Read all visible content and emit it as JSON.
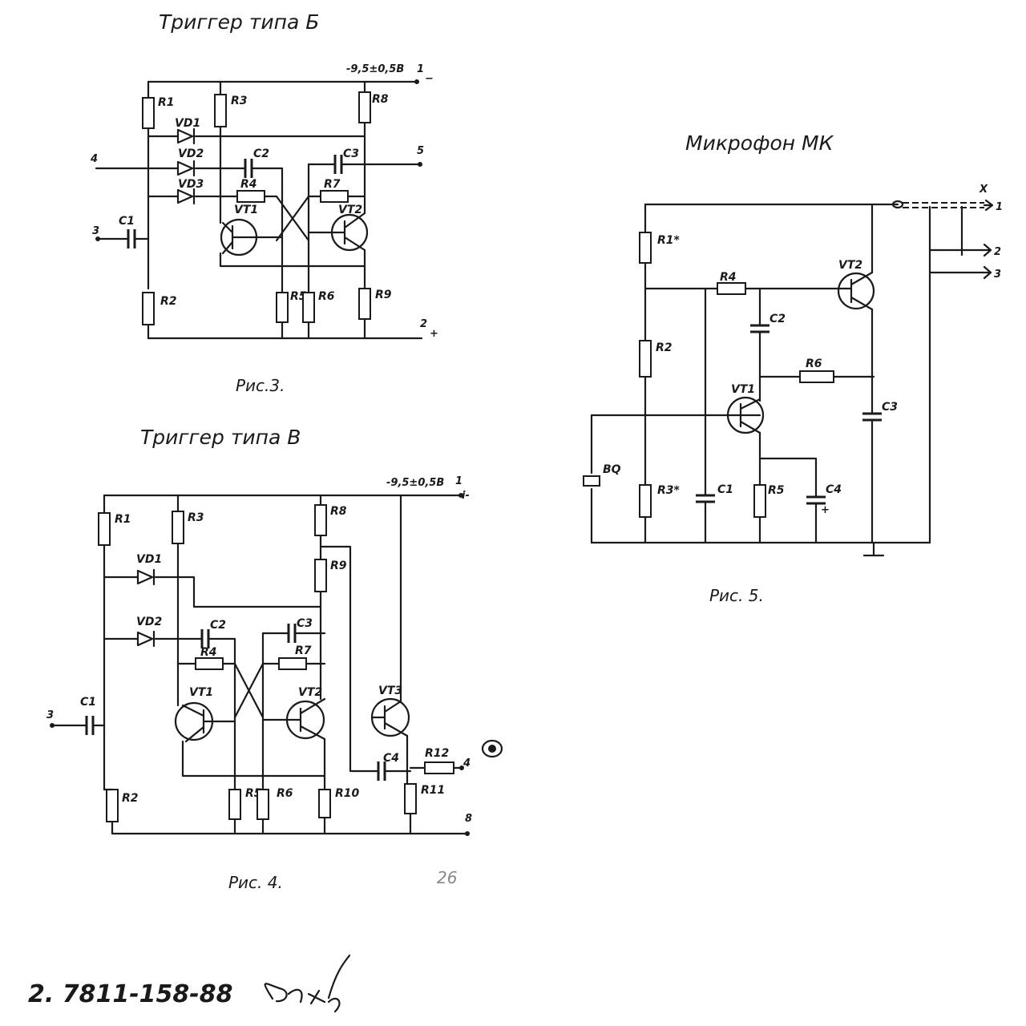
{
  "sheet": {
    "page_number": "26",
    "signature_text": "2. 7811-158-88"
  },
  "fig3": {
    "title": "Триггер типа Б",
    "caption": "Рис.3.",
    "supply": "-9,5±0,5В",
    "terminals": {
      "t1": "1",
      "t2": "2",
      "t3": "3",
      "t4": "4",
      "t5": "5",
      "plus": "+",
      "minus": "−"
    },
    "labels": {
      "R1": "R1",
      "R2": "R2",
      "R3": "R3",
      "R4": "R4",
      "R5": "R5",
      "R6": "R6",
      "R7": "R7",
      "R8": "R8",
      "R9": "R9",
      "C1": "C1",
      "C2": "C2",
      "C3": "C3",
      "VD1": "VD1",
      "VD2": "VD2",
      "VD3": "VD3",
      "VT1": "VT1",
      "VT2": "VT2"
    }
  },
  "fig4": {
    "title": "Триггер типа В",
    "caption": "Рис. 4.",
    "supply": "-9,5±0,5В",
    "terminals": {
      "t1": "1",
      "t3": "3",
      "t4": "4",
      "t8": "8",
      "minus": "i-"
    },
    "labels": {
      "R1": "R1",
      "R2": "R2",
      "R3": "R3",
      "R4": "R4",
      "R5": "R5",
      "R6": "R6",
      "R7": "R7",
      "R8": "R8",
      "R9": "R9",
      "R10": "R10",
      "R11": "R11",
      "R12": "R12",
      "C1": "C1",
      "C2": "C2",
      "C3": "C3",
      "C4": "C4",
      "VD1": "VD1",
      "VD2": "VD2",
      "VT1": "VT1",
      "VT2": "VT2",
      "VT3": "VT3"
    }
  },
  "fig5": {
    "title": "Микрофон МК",
    "caption": "Рис. 5.",
    "connector": "X",
    "terminals": {
      "t1": "1",
      "t2": "2",
      "t3": "3",
      "plus": "+"
    },
    "labels": {
      "R1": "R1*",
      "R2": "R2",
      "R3": "R3*",
      "R4": "R4",
      "R5": "R5",
      "R6": "R6",
      "C1": "C1",
      "C2": "C2",
      "C3": "C3",
      "C4": "C4",
      "VT1": "VT1",
      "VT2": "VT2",
      "BQ": "BQ"
    }
  }
}
